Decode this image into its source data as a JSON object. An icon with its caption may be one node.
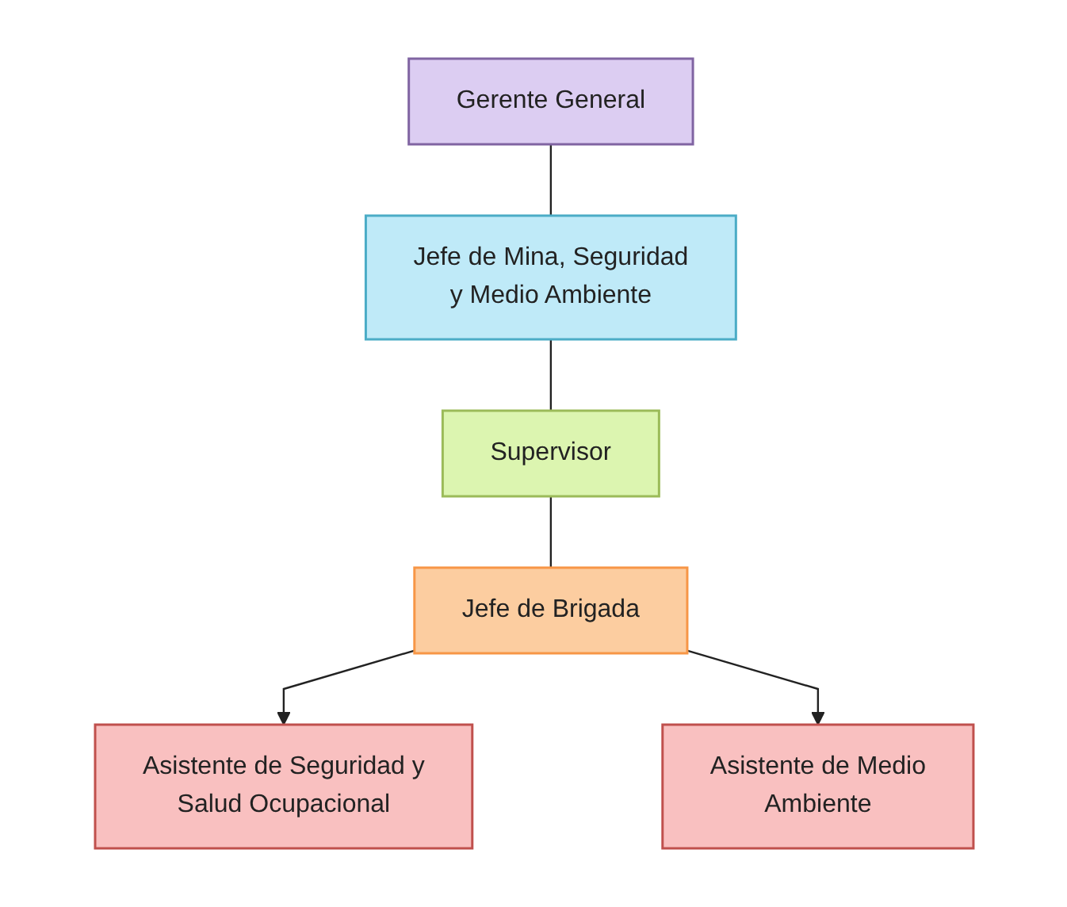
{
  "diagram": {
    "nodes": [
      {
        "text": [
          "Gerente General"
        ]
      },
      {
        "text": [
          "Jefe de Mina, Seguridad y Medio Ambiente"
        ]
      },
      {
        "text": [
          "Supervisor"
        ]
      },
      {
        "text": [
          "Jefe de Brigada"
        ]
      },
      {
        "text": [
          "Asistente de Seguridad y Salud Ocupacional"
        ]
      },
      {
        "text": [
          "Asistente de Medio Ambiente"
        ]
      }
    ],
    "edges": [
      {
        "from": 0,
        "to": 1,
        "arrow": "none"
      },
      {
        "from": 1,
        "to": 2,
        "arrow": "none"
      },
      {
        "from": 2,
        "to": 3,
        "arrow": "none"
      },
      {
        "from": 3,
        "to": 4,
        "arrow": "to"
      },
      {
        "from": 3,
        "to": 5,
        "arrow": "to"
      }
    ]
  }
}
